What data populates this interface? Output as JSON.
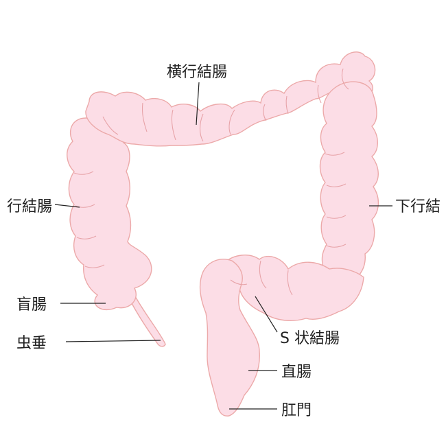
{
  "colors": {
    "organ_fill": "#fcdde6",
    "organ_stroke": "#eca9a9",
    "fold_stroke": "#e7a3a8",
    "text": "#222222",
    "background": "#ffffff"
  },
  "labels": {
    "transverse_colon": "横行結腸",
    "ascending_colon": "行結腸",
    "descending_colon": "下行結",
    "cecum": "盲腸",
    "appendix": "虫垂",
    "sigmoid_colon": "S 状結腸",
    "rectum": "直腸",
    "anus": "肛門"
  }
}
